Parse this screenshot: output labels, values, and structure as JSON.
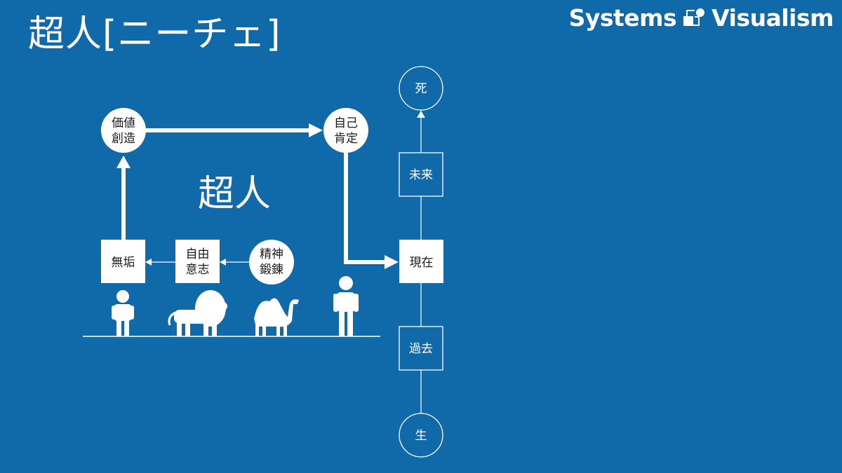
{
  "title": "超人[ニーチェ]",
  "brand": {
    "left": "Systems",
    "right": "Visualism"
  },
  "center_label": "超人",
  "nodes": {
    "value_creation": [
      "価値",
      "創造"
    ],
    "self_affirmation": [
      "自己",
      "肯定"
    ],
    "innocence": "無垢",
    "free_will": [
      "自由",
      "意志"
    ],
    "spirit_discipline": [
      "精神",
      "鍛錬"
    ],
    "death": "死",
    "future": "未来",
    "present": "現在",
    "past": "過去",
    "birth": "生"
  },
  "colors": {
    "background": "#1069a8",
    "foreground": "#ffffff"
  }
}
